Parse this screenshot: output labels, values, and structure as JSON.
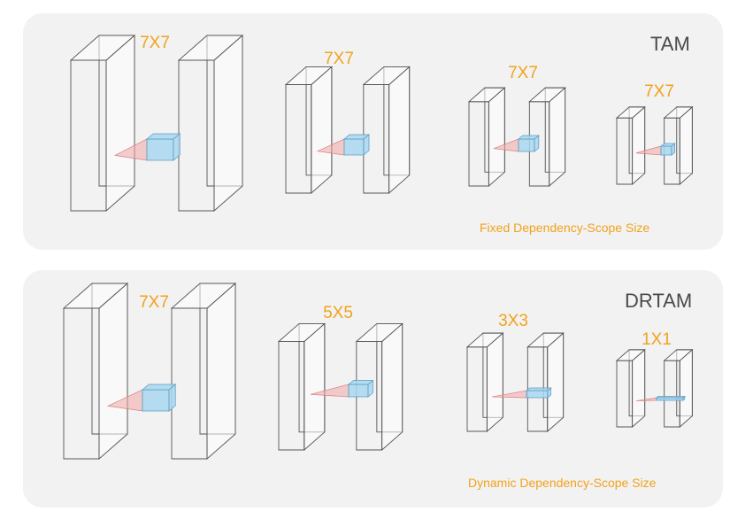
{
  "panels": [
    {
      "name": "TAM",
      "caption": "Fixed Dependency-Scope Size",
      "kernels": [
        "7X7",
        "7X7",
        "7X7",
        "7X7"
      ]
    },
    {
      "name": "DRTAM",
      "caption": "Dynamic Dependency-Scope Size",
      "kernels": [
        "7X7",
        "5X5",
        "3X3",
        "1X1"
      ]
    }
  ],
  "colors": {
    "accent": "#f2a21b",
    "panel_background": "#f2f2f2",
    "wire": "#555555",
    "cone": "#f0a8a8",
    "scope_box": "#a9d7ee"
  }
}
